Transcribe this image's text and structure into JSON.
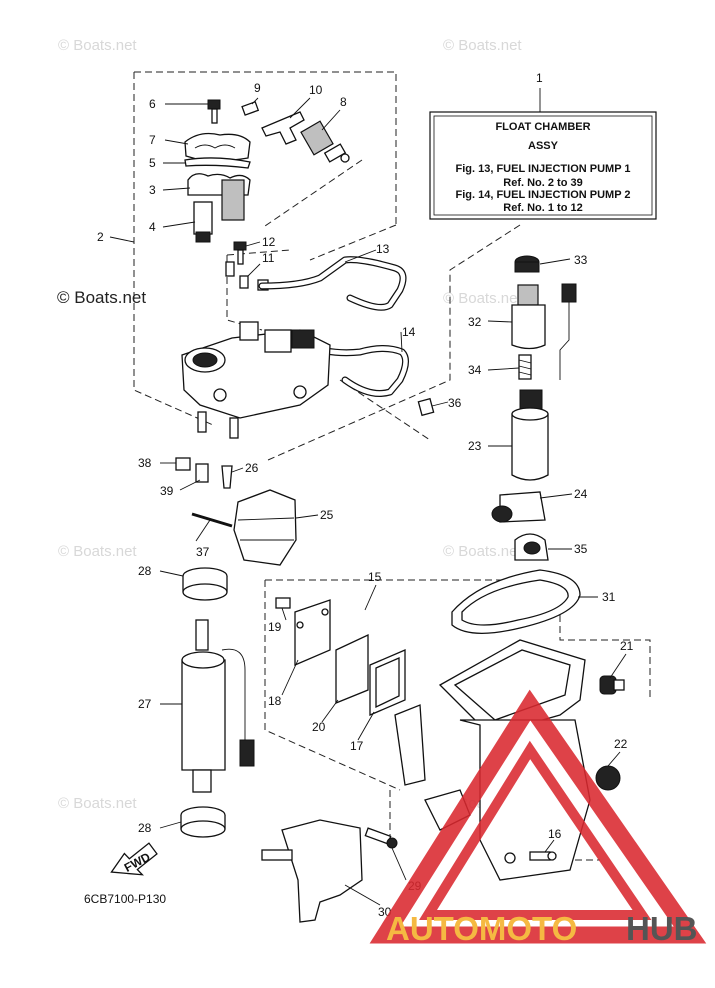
{
  "watermark": "© Boats.net",
  "info_box": {
    "ref": "1",
    "title": "FLOAT CHAMBER",
    "subtitle": "ASSY",
    "line1": "Fig. 13, FUEL INJECTION PUMP 1",
    "line2": "Ref. No. 2 to 39",
    "line3": "Fig. 14, FUEL INJECTION PUMP 2",
    "line4": "Ref. No. 1 to 12"
  },
  "callouts": {
    "c2": "2",
    "c3": "3",
    "c4": "4",
    "c5": "5",
    "c6": "6",
    "c7": "7",
    "c8": "8",
    "c9": "9",
    "c10": "10",
    "c11": "11",
    "c12": "12",
    "c13": "13",
    "c14": "14",
    "c15": "15",
    "c16": "16",
    "c17": "17",
    "c18": "18",
    "c19": "19",
    "c20": "20",
    "c21": "21",
    "c22": "22",
    "c23": "23",
    "c24": "24",
    "c25": "25",
    "c26": "26",
    "c27": "27",
    "c28a": "28",
    "c28b": "28",
    "c29": "29",
    "c30": "30",
    "c31": "31",
    "c32": "32",
    "c33": "33",
    "c34": "34",
    "c35": "35",
    "c36": "36",
    "c37": "37",
    "c38": "38",
    "c39": "39"
  },
  "fwd_label": "FWD",
  "diagram_code": "6CB7100-P130",
  "brand": {
    "part1": "AUTOMOTO",
    "part2": "HUB",
    "color1": "#f5b942",
    "color2": "#555555",
    "triangle_color": "#d9282f"
  }
}
